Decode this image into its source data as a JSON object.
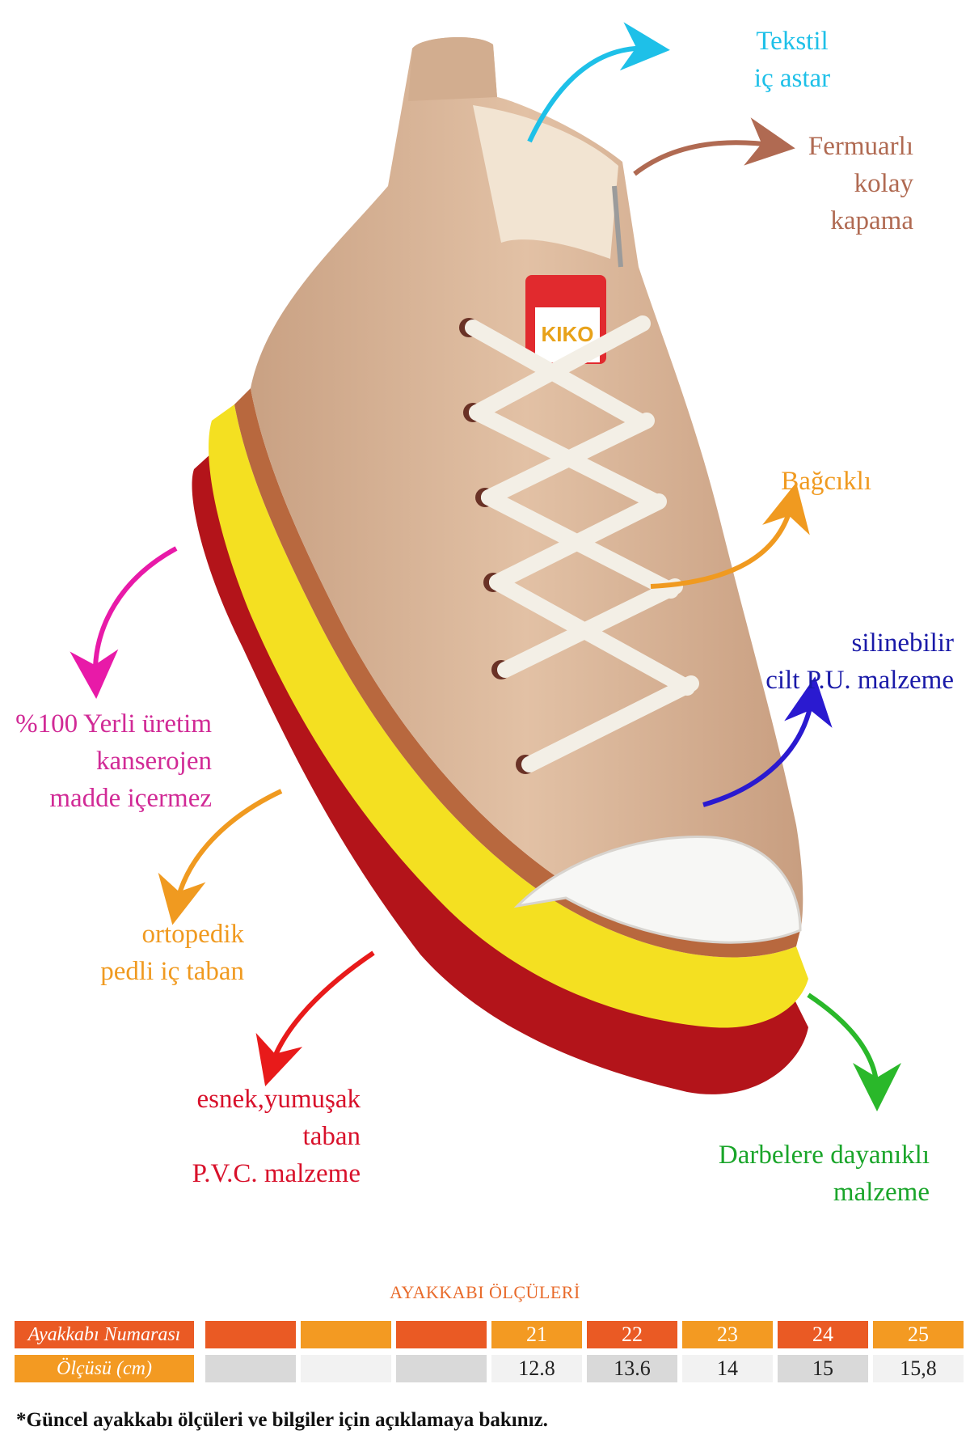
{
  "callouts": {
    "tekstil": {
      "lines": [
        "Tekstil",
        "iç astar"
      ],
      "color": "#1ec0e8"
    },
    "fermuar": {
      "lines": [
        "Fermuarlı",
        "kolay",
        "kapama"
      ],
      "color": "#b06a52"
    },
    "bagcik": {
      "lines": [
        "Bağcıklı"
      ],
      "color": "#f09a20"
    },
    "silinebilir": {
      "lines": [
        "silinebilir",
        "cilt P.U. malzeme"
      ],
      "color": "#1a1aa8"
    },
    "yerli": {
      "lines": [
        "%100 Yerli üretim",
        "kanserojen",
        "madde içermez"
      ],
      "color": "#d12a96"
    },
    "ortopedik": {
      "lines": [
        "ortopedik",
        "pedli iç taban"
      ],
      "color": "#f09a20"
    },
    "esnek": {
      "lines": [
        "esnek,yumuşak",
        "taban",
        "P.V.C. malzeme"
      ],
      "color": "#d8102a"
    },
    "darbe": {
      "lines": [
        "Darbelere dayanıklı",
        "malzeme"
      ],
      "color": "#1aa52a"
    }
  },
  "size_table": {
    "title": "AYAKKABI ÖLÇÜLERİ",
    "row1_label": "Ayakkabı Numarası",
    "row2_label": "Ölçüsü (cm)",
    "sizes": [
      "",
      "",
      "",
      "21",
      "22",
      "23",
      "24",
      "25"
    ],
    "measures": [
      "",
      "",
      "",
      "12.8",
      "13.6",
      "14",
      "15",
      "15,8"
    ]
  },
  "footnote": "*Güncel ayakkabı ölçüleri ve bilgiler için açıklamaya bakınız.",
  "brand_logo": "KIKO",
  "colors": {
    "orange_dark": "#ea5a24",
    "orange_light": "#f39a22",
    "cell_light": "#f2f2f2",
    "cell_gray": "#d9d9d9",
    "shoe_body": "#dcb89a",
    "sole_yellow": "#f4e021",
    "sole_red": "#b3141a"
  }
}
